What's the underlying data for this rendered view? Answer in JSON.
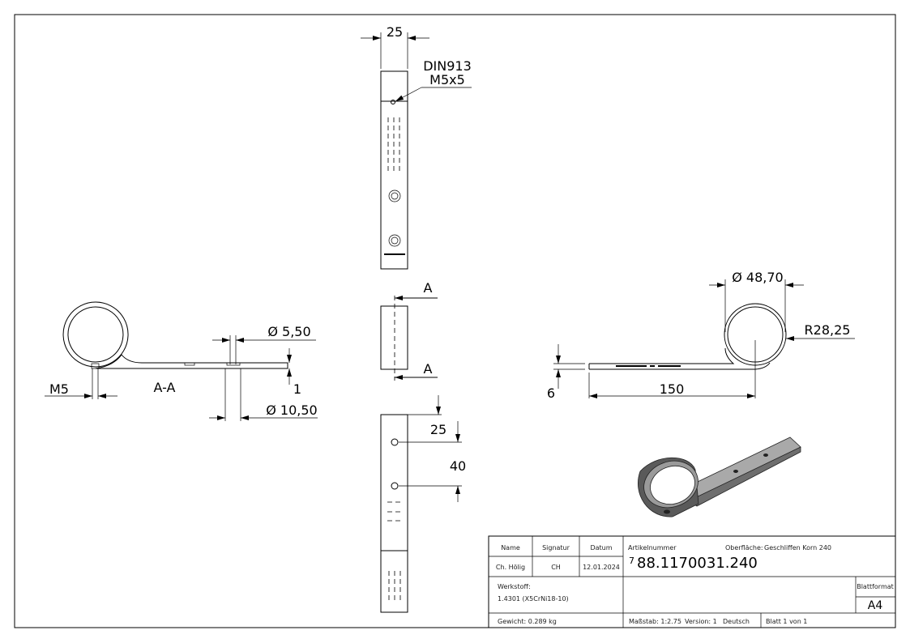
{
  "drawing": {
    "top_view": {
      "width_dim": "25",
      "callout_line1": "DIN913",
      "callout_line2": "M5x5"
    },
    "section_markers": {
      "top": "A",
      "bottom": "A"
    },
    "bottom_view": {
      "dim_offset": "25",
      "dim_spacing": "40"
    },
    "section_view": {
      "label": "A-A",
      "thread": "M5",
      "hole_dia": "Ø 5,50",
      "counterbore_dia": "Ø 10,50",
      "depth": "1"
    },
    "side_view": {
      "ring_dia": "Ø 48,70",
      "radius": "R28,25",
      "length": "150",
      "thickness": "6"
    }
  },
  "title_block": {
    "headers": {
      "name": "Name",
      "signature": "Signatur",
      "date": "Datum"
    },
    "values": {
      "name": "Ch. Hölig",
      "signature": "CH",
      "date": "12.01.2024"
    },
    "article_label": "Artikelnummer",
    "surface_label": "Oberfläche:",
    "surface_value": "Geschliffen Korn 240",
    "article_prefix": "7",
    "article_number": "88.1170031.240",
    "material_label": "Werkstoff:",
    "material_value": "1.4301 (X5CrNi18-10)",
    "format_label": "Blattformat",
    "format_value": "A4",
    "weight": "Gewicht: 0.289 kg",
    "scale": "Maßstab: 1:2.75",
    "version": "Version: 1",
    "language": "Deutsch",
    "sheet": "Blatt 1 von 1"
  }
}
